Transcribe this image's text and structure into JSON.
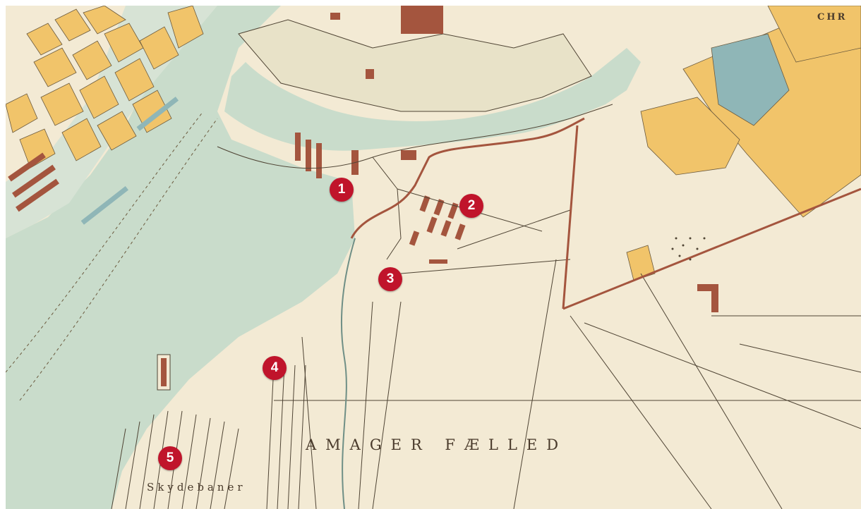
{
  "map": {
    "labels": {
      "amager": "AMAGER FÆLLED",
      "skydebaner": "Skydebaner",
      "top_right": "CHR"
    },
    "markers": [
      {
        "label": "1"
      },
      {
        "label": "2"
      },
      {
        "label": "3"
      },
      {
        "label": "4"
      },
      {
        "label": "5"
      }
    ],
    "colors": {
      "water": "#c9dccb",
      "land": "#f3ead4",
      "yellow": "#f1c46a",
      "brick": "#a4553e",
      "blue": "#8fb6b7",
      "line": "#4f4434",
      "marker": "#c0142b"
    }
  }
}
